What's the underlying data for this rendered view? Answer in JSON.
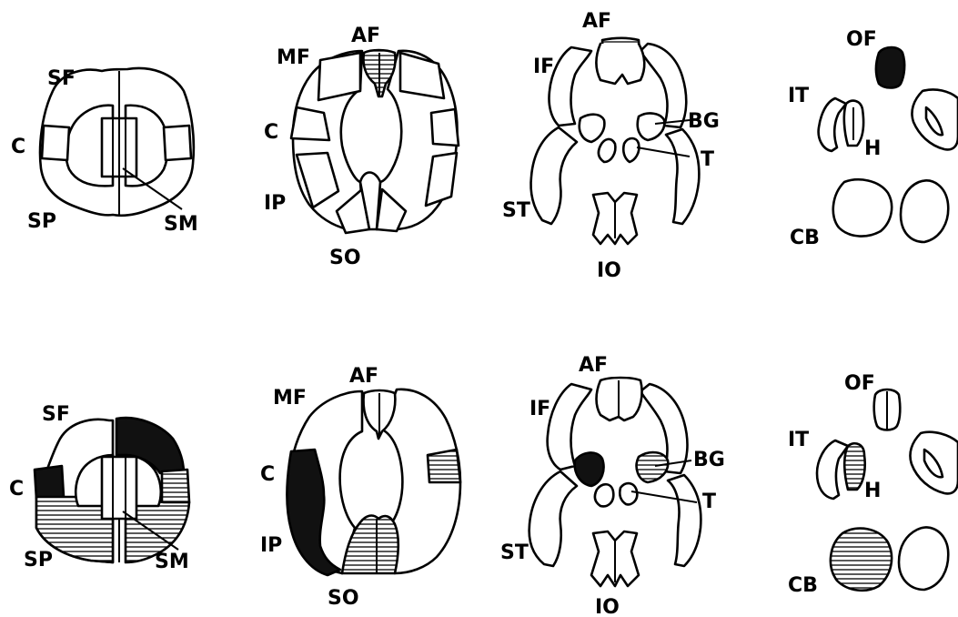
{
  "colors": {
    "ink": "#000000",
    "paper": "#ffffff",
    "hatch": "horizontal-lines",
    "solid": "#111111"
  },
  "panels": {
    "row1": {
      "p1": {
        "SF": "SF",
        "C": "C",
        "SP": "SP",
        "SM": "SM"
      },
      "p2": {
        "MF": "MF",
        "AF": "AF",
        "C": "C",
        "IP": "IP",
        "SO": "SO"
      },
      "p3": {
        "AF": "AF",
        "IF": "IF",
        "BG": "BG",
        "T": "T",
        "ST": "ST",
        "IO": "IO"
      },
      "p4": {
        "OF": "OF",
        "IT": "IT",
        "H": "H",
        "CB": "CB"
      }
    },
    "row2": {
      "p1": {
        "SF": "SF",
        "C": "C",
        "SP": "SP",
        "SM": "SM"
      },
      "p2": {
        "MF": "MF",
        "AF": "AF",
        "C": "C",
        "IP": "IP",
        "SO": "SO"
      },
      "p3": {
        "AF": "AF",
        "IF": "IF",
        "BG": "BG",
        "T": "T",
        "ST": "ST",
        "IO": "IO"
      },
      "p4": {
        "OF": "OF",
        "IT": "IT",
        "H": "H",
        "CB": "CB"
      }
    }
  }
}
